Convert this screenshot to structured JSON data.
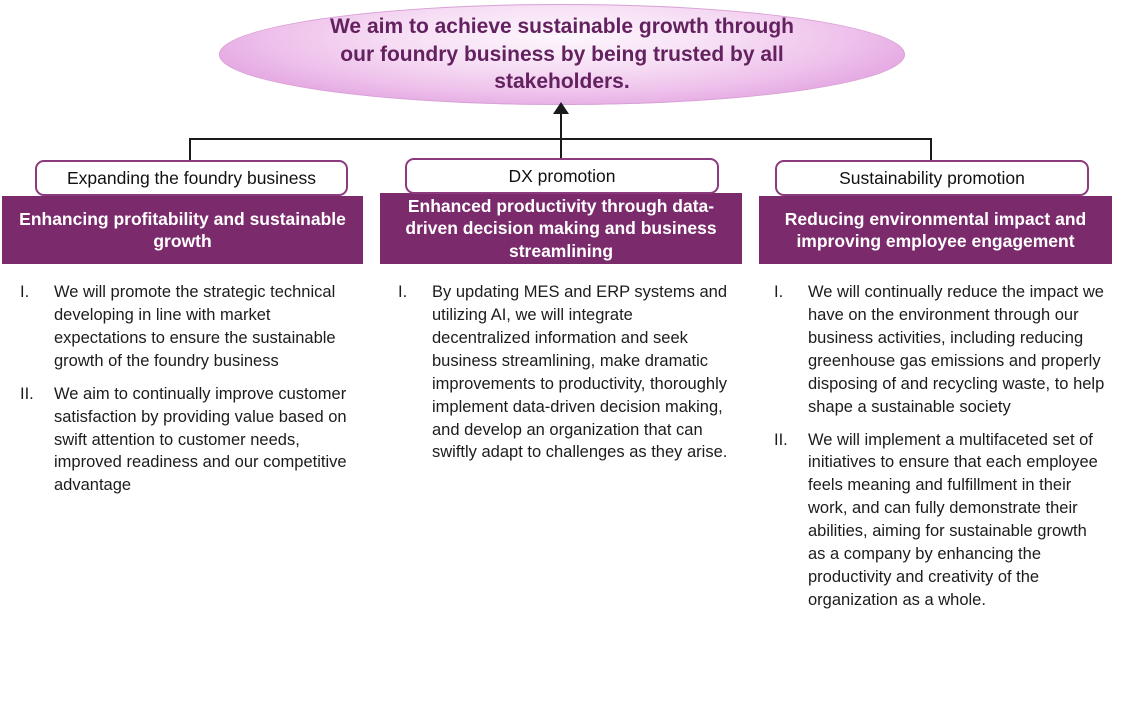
{
  "mission": {
    "text": "We aim to achieve sustainable growth through our foundry business by being trusted by all stakeholders."
  },
  "colors": {
    "banner_purple": "#7b2a6b",
    "header_border_purple": "#8c3a7e",
    "ellipse_edge_pink": "#d98ed8",
    "ellipse_center": "#fdf7fd",
    "mission_text_purple": "#63215f",
    "connector_black": "#1a1a1a",
    "body_text": "#1c1c1c"
  },
  "columns": [
    {
      "header": "Expanding the foundry business",
      "banner": "Enhancing profitability and sustainable growth",
      "items": [
        {
          "numeral": "I.",
          "text": "We will promote the strategic technical developing in line with market expectations to ensure the sustainable growth of the foundry business"
        },
        {
          "numeral": "II.",
          "text": "We aim to continually improve customer satisfaction by providing value based on swift attention to customer needs, improved readiness and our competitive advantage"
        }
      ]
    },
    {
      "header": "DX promotion",
      "banner": "Enhanced productivity through data-driven decision making and business streamlining",
      "items": [
        {
          "numeral": "I.",
          "text": "By updating MES and ERP systems and utilizing AI, we will integrate decentralized information and seek business streamlining, make dramatic improvements to productivity, thoroughly implement data-driven decision making, and develop an organization that can swiftly adapt to challenges as they arise."
        }
      ]
    },
    {
      "header": "Sustainability promotion",
      "banner": "Reducing environmental impact and improving employee engagement",
      "items": [
        {
          "numeral": "I.",
          "text": "We will continually reduce the impact we have on the environment through our business activities, including reducing greenhouse gas emissions and properly disposing of and recycling waste, to help shape a sustainable society"
        },
        {
          "numeral": "II.",
          "text": "We will implement a multifaceted set of initiatives to ensure that each employee feels meaning and fulfillment in their work, and can fully demonstrate their abilities, aiming for sustainable growth as a company by enhancing the productivity and creativity of the organization as a whole."
        }
      ]
    }
  ]
}
